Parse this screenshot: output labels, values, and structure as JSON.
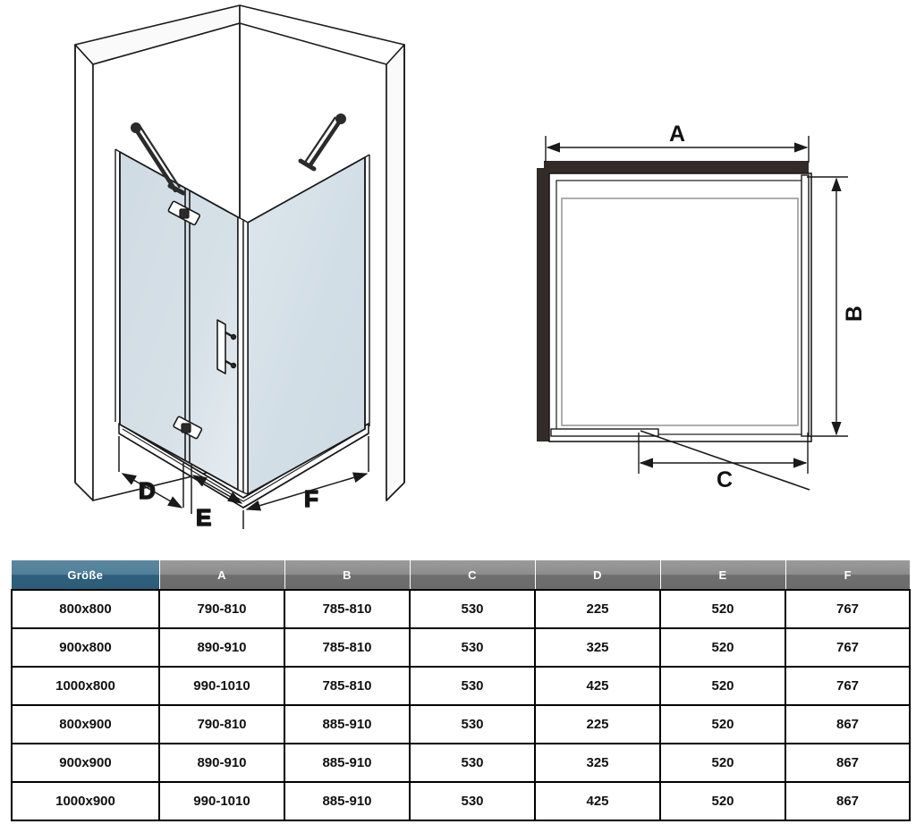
{
  "page": {
    "title": "Shower Enclosure Technical Dimension Drawing",
    "background_color": "#ffffff"
  },
  "drawings": {
    "iso_view": {
      "name": "isometric-shower-enclosure",
      "dimension_labels": [
        "D",
        "E",
        "F"
      ],
      "label_d": "D",
      "label_e": "E",
      "label_f": "F",
      "glass_color": "#d4dfe6",
      "glass_color_light": "#e2eaef",
      "wall_color": "#ffffff",
      "line_color": "#1a1a1a",
      "hardware_color": "#2b2b2b"
    },
    "plan_view": {
      "name": "plan-view-shower-enclosure",
      "dimension_labels": [
        "A",
        "B",
        "C"
      ],
      "label_a": "A",
      "label_b": "B",
      "label_c": "C",
      "wall_color": "#332b28",
      "line_color": "#1a1a1a"
    }
  },
  "table": {
    "accent_color": "#2e5f7c",
    "header_color": "#6f6f6f",
    "columns": [
      {
        "key": "size",
        "label": "Größe"
      },
      {
        "key": "a",
        "label": "A"
      },
      {
        "key": "b",
        "label": "B"
      },
      {
        "key": "c",
        "label": "C"
      },
      {
        "key": "d",
        "label": "D"
      },
      {
        "key": "e",
        "label": "E"
      },
      {
        "key": "f",
        "label": "F"
      }
    ],
    "rows": [
      {
        "size": "800x800",
        "a": "790-810",
        "b": "785-810",
        "c": "530",
        "d": "225",
        "e": "520",
        "f": "767"
      },
      {
        "size": "900x800",
        "a": "890-910",
        "b": "785-810",
        "c": "530",
        "d": "325",
        "e": "520",
        "f": "767"
      },
      {
        "size": "1000x800",
        "a": "990-1010",
        "b": "785-810",
        "c": "530",
        "d": "425",
        "e": "520",
        "f": "767"
      },
      {
        "size": "800x900",
        "a": "790-810",
        "b": "885-910",
        "c": "530",
        "d": "225",
        "e": "520",
        "f": "867"
      },
      {
        "size": "900x900",
        "a": "890-910",
        "b": "885-910",
        "c": "530",
        "d": "325",
        "e": "520",
        "f": "867"
      },
      {
        "size": "1000x900",
        "a": "990-1010",
        "b": "885-910",
        "c": "530",
        "d": "425",
        "e": "520",
        "f": "867"
      }
    ]
  }
}
